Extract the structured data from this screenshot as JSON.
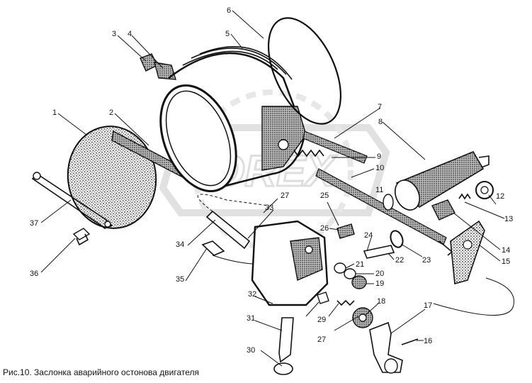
{
  "caption": "Рис.10. Заслонка аварийного остонова двигателя",
  "watermark": "OREX",
  "colors": {
    "ink": "#111111",
    "watermark": "#c9c9c9",
    "paper": "#ffffff"
  },
  "callouts": [
    "1",
    "2",
    "3",
    "4",
    "5",
    "6",
    "7",
    "8",
    "9",
    "10",
    "11",
    "12",
    "13",
    "14",
    "15",
    "16",
    "17",
    "18",
    "19",
    "20",
    "21",
    "22",
    "23",
    "24",
    "25",
    "26",
    "27",
    "27",
    "29",
    "30",
    "31",
    "32",
    "33",
    "34",
    "35",
    "36",
    "37"
  ]
}
